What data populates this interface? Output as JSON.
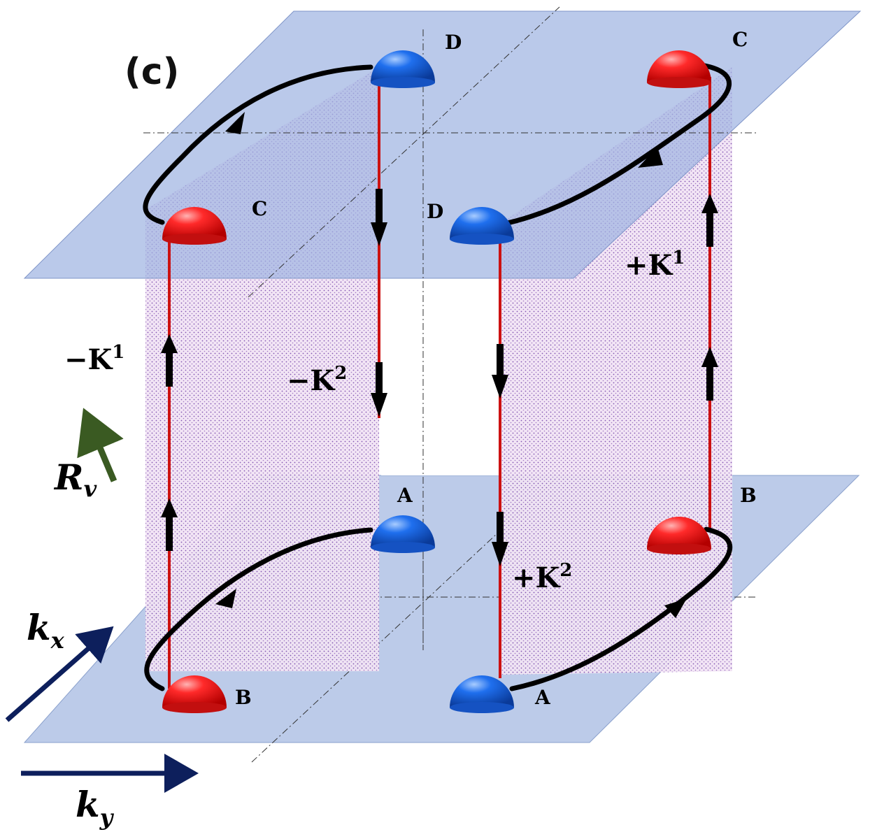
{
  "panel_label": "(c)",
  "points": {
    "top_left_blue": "D",
    "top_left_red": "C",
    "top_right_red": "C",
    "top_right_blue": "D",
    "bottom_left_blue": "A",
    "bottom_left_red": "B",
    "bottom_right_red": "B",
    "bottom_right_blue": "A"
  },
  "labels": {
    "minus_K1": {
      "main": "−K",
      "sup": "1"
    },
    "minus_K2": {
      "main": "−K",
      "sup": "2"
    },
    "plus_K1": {
      "main": "+K",
      "sup": "1"
    },
    "plus_K2": {
      "main": "+K",
      "sup": "2"
    }
  },
  "axes": {
    "kx": {
      "main": "k",
      "sub": "x"
    },
    "ky": {
      "main": "k",
      "sub": "y"
    },
    "Rv": {
      "main": "R",
      "sub": "v"
    }
  },
  "colors": {
    "plane": "#b9c9e8",
    "plane_edge": "#7f95c8",
    "sheet": "#b07fc8",
    "red_sphere": "#ff1a1a",
    "blue_sphere": "#1a66e6",
    "red_line": "#cc1111",
    "navy_arrow": "#0d1f5c",
    "green_arrow": "#3a5a22"
  }
}
